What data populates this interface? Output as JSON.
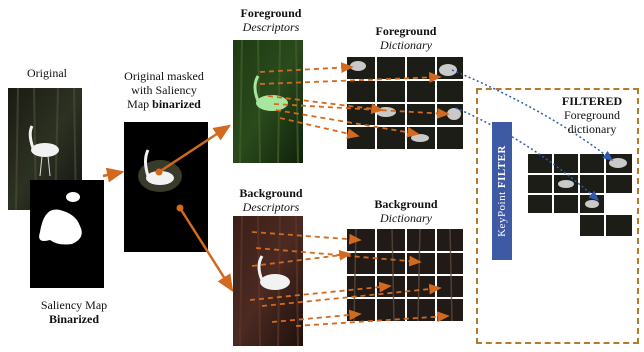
{
  "original": {
    "label": "Original"
  },
  "saliency": {
    "label_line1": "Saliency Map",
    "label_line2": "Binarized"
  },
  "masked": {
    "line1": "Original masked",
    "line2": "with Saliency",
    "line3_plain": "Map ",
    "line3_bold": "binarized"
  },
  "fg_desc": {
    "title": "Foreground",
    "subtitle": "Descriptors"
  },
  "bg_desc": {
    "title": "Background",
    "subtitle": "Descriptors"
  },
  "fg_dict": {
    "title": "Foreground",
    "subtitle": "Dictionary"
  },
  "bg_dict": {
    "title": "Background",
    "subtitle": "Dictionary"
  },
  "filtered": {
    "title": "FILTERED",
    "line2": "Foreground",
    "line3": "dictionary"
  },
  "keypoint": {
    "prefix": "KeyPoint ",
    "bold": "FILTER"
  },
  "colors": {
    "arrow": "#d2691e",
    "filter_box": "#b27a2c",
    "keypoint_bg": "#3e5aa5",
    "dotted_link": "#2f5bb5"
  }
}
